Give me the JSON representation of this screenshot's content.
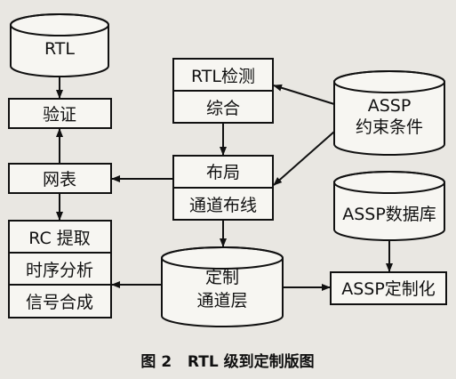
{
  "nodes": {
    "rtl": "RTL",
    "verify": "验证",
    "netlist": "网表",
    "rc_extract": "RC 提取",
    "timing": "时序分析",
    "signal": "信号合成",
    "rtl_check": "RTL检测",
    "synthesis": "综合",
    "layout": "布局",
    "routing": "通道布线",
    "asic_constraints_1": "ASSP",
    "asic_constraints_2": "约束条件",
    "asic_db": "ASSP数据库",
    "custom_layer_1": "定制",
    "custom_layer_2": "通道层",
    "asic_custom": "ASSP定制化"
  },
  "caption": "图 2   RTL 级到定制版图",
  "colors": {
    "line": "#111111",
    "fill": "#f7f6f2",
    "background": "#e9e7e2"
  }
}
